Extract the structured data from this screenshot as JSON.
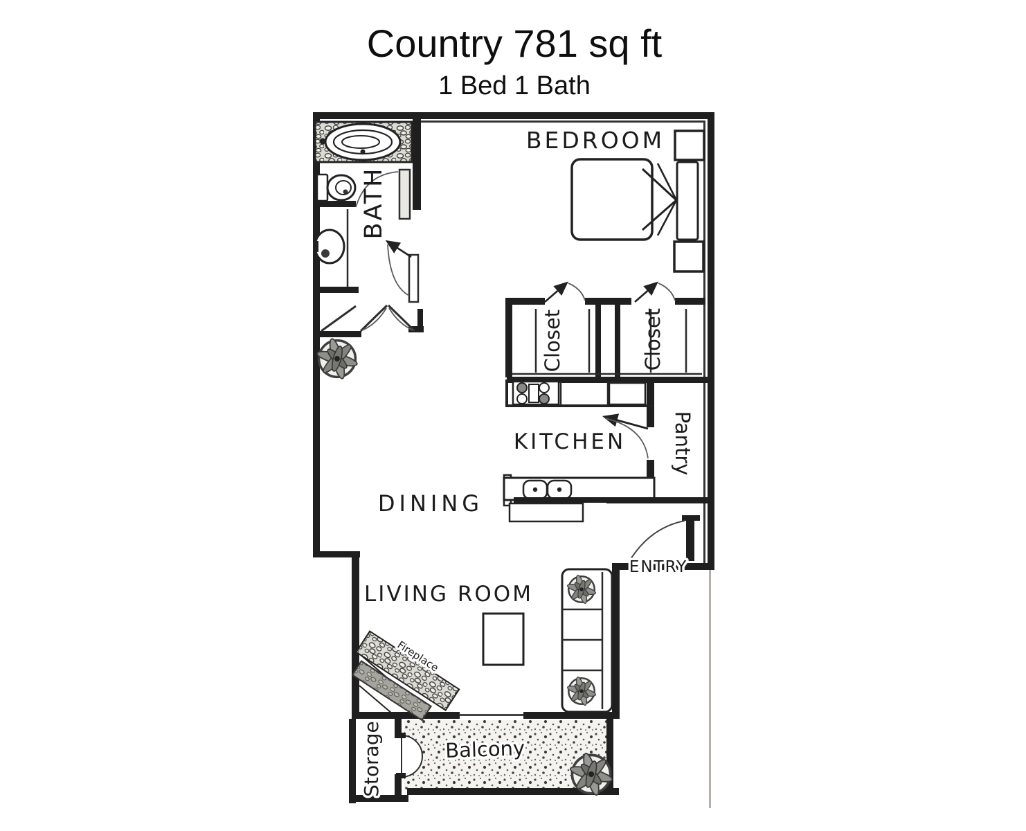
{
  "title": "Country 781 sq ft",
  "subtitle": "1 Bed 1 Bath",
  "rooms": {
    "bedroom": "BEDROOM",
    "bath": "BATH",
    "closet_left": "Closet",
    "closet_right": "Closet",
    "kitchen": "KITCHEN",
    "pantry": "Pantry",
    "dining": "DINING",
    "living_room": "LIVING ROOM",
    "entry": "ENTRY",
    "storage": "Storage",
    "balcony": "Balcony",
    "fireplace": "Fireplace"
  },
  "colors": {
    "ink": "#1f1f1f",
    "door_arc": "#5a5a5a",
    "balcony_speckle_bg": "#f4f3ef",
    "faint_scan_line": "#b5b0a8"
  }
}
